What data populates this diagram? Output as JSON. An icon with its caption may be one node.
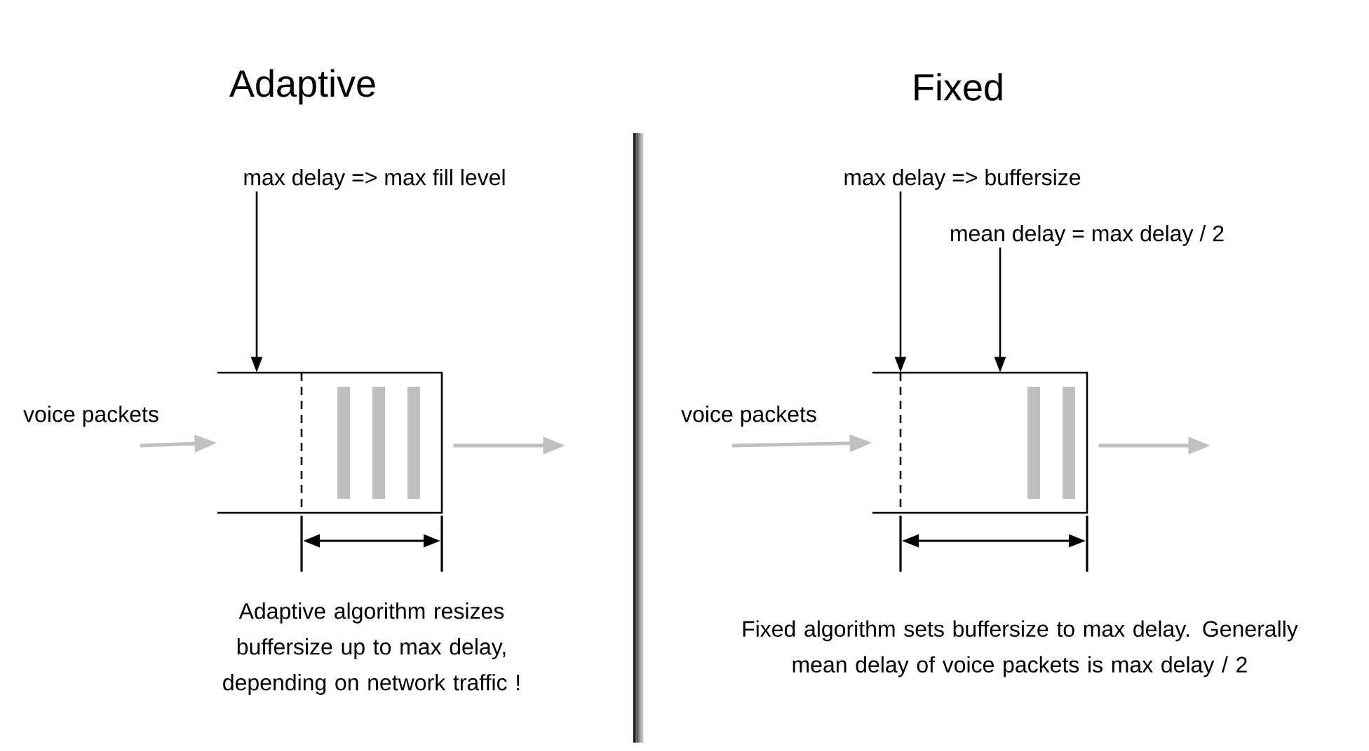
{
  "diagram": {
    "nodes": [
      {
        "text": [
          "max delay => max fill level"
        ]
      },
      {
        "text": [],
        "shape": "box"
      },
      {
        "text": [
          "max delay => buffersize"
        ]
      },
      {
        "text": [
          "mean delay = max delay / 2"
        ]
      },
      {
        "text": [],
        "shape": "box"
      }
    ],
    "edges": [
      {
        "from": 0,
        "to": 1,
        "arrow": "to",
        "color": "#000000"
      },
      {
        "from": null,
        "to": 1,
        "arrow": "to",
        "color": "#c0c0c0"
      },
      {
        "from": 1,
        "to": null,
        "arrow": "to",
        "color": "#c0c0c0"
      },
      {
        "from": 2,
        "to": 4,
        "arrow": "to",
        "color": "#000000"
      },
      {
        "from": 3,
        "to": 4,
        "arrow": "to",
        "color": "#000000"
      },
      {
        "from": null,
        "to": 4,
        "arrow": "to",
        "color": "#c0c0c0"
      },
      {
        "from": 4,
        "to": null,
        "arrow": "to",
        "color": "#c0c0c0"
      }
    ],
    "labels": [
      "Adaptive",
      "Fixed",
      "voice packets",
      "voice packets",
      "Adaptive algorithm resizes buffersize up to max delay, depending on network traffic !",
      "Fixed algorithm sets buffersize to max delay. Generally mean delay of voice packets is max delay / 2"
    ]
  }
}
